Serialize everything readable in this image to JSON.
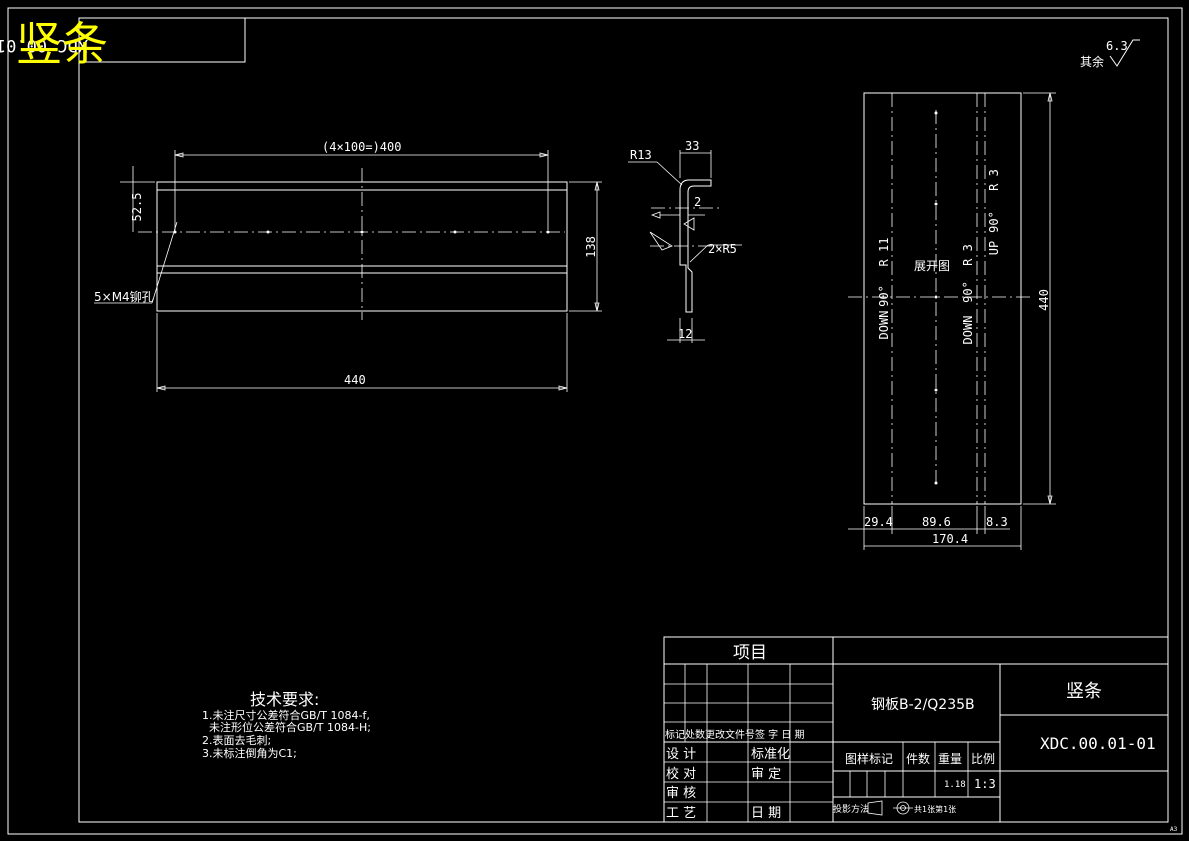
{
  "corner_title": "竖条",
  "top_code": "XDC.00.01-01",
  "roughness": {
    "label": "其余",
    "value": "6.3"
  },
  "front_view": {
    "dim_top": "(4×100=)400",
    "dim_bottom": "440",
    "dim_left": "52.5",
    "dim_right": "138",
    "hole_note": "5×M4铆孔"
  },
  "side_view": {
    "radius_top": "R13",
    "dim_top": "33",
    "dim_thickness": "2",
    "radius_bend": "2×R5",
    "dim_bottom": "12"
  },
  "unfold_view": {
    "label": "展开图",
    "down1": "DOWN",
    "angle1": "90°",
    "radius1": "R 11",
    "down2": "DOWN",
    "angle2": "90°",
    "radius2": "R 3",
    "up": "UP",
    "angle3": "90°",
    "radius3": "R 3",
    "dim_height": "440",
    "dim_a": "29.4",
    "dim_b": "89.6",
    "dim_c": "8.3",
    "dim_total": "170.4"
  },
  "tech_req": {
    "title": "技术要求:",
    "lines": [
      "1.未注尺寸公差符合GB/T 1084-f,",
      "  未注形位公差符合GB/T 1084-H;",
      "2.表面去毛刺;",
      "3.未标注倒角为C1;"
    ]
  },
  "title_block": {
    "project": "项目",
    "material": "钢板B-2/Q235B",
    "part_name": "竖条",
    "drawing_no": "XDC.00.01-01",
    "rev_header": "标记处数更改文件号签 字 日 期",
    "design": "设 计",
    "standard": "标准化",
    "check": "校 对",
    "review": "审 定",
    "audit": "审 核",
    "process": "工 艺",
    "date": "日 期",
    "stage_mark": "图样标记",
    "count": "件数",
    "weight": "重量",
    "scale_label": "比例",
    "weight_value": "1.18",
    "scale_value": "1:3",
    "projection": "投影方法",
    "sheets": "共1张第1张",
    "sheet_size": "A3"
  }
}
